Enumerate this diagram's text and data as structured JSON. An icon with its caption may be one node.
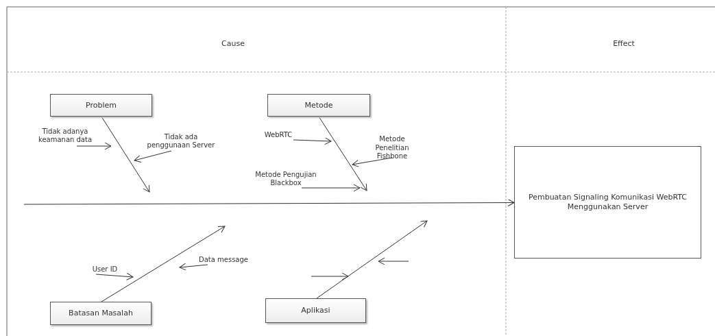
{
  "diagram": {
    "nodes": [
      {
        "text": [
          "Problem"
        ]
      },
      {
        "text": [
          "Tidak adanya keamanan data"
        ]
      },
      {
        "text": [
          "Tidak ada penggunaan Server"
        ]
      },
      {
        "text": [
          "Metode"
        ]
      },
      {
        "text": [
          "WebRTC"
        ]
      },
      {
        "text": [
          "Metode Pengujian Blackbox"
        ]
      },
      {
        "text": [
          "Metode Penelitian Fishbone"
        ]
      },
      {
        "text": [
          "Batasan Masalah"
        ]
      },
      {
        "text": [
          "User ID"
        ]
      },
      {
        "text": [
          "Data message"
        ]
      },
      {
        "text": [
          "Aplikasi"
        ]
      },
      {
        "text": [
          "Pembuatan Signaling Komunikasi WebRTC Menggunakan Server"
        ]
      }
    ],
    "edges": [
      {
        "from": 0,
        "to": null,
        "arrow": "to"
      },
      {
        "from": 1,
        "to": null,
        "arrow": "to"
      },
      {
        "from": 2,
        "to": null,
        "arrow": "to"
      },
      {
        "from": 3,
        "to": null,
        "arrow": "to"
      },
      {
        "from": 4,
        "to": null,
        "arrow": "to"
      },
      {
        "from": 5,
        "to": null,
        "arrow": "to"
      },
      {
        "from": 6,
        "to": null,
        "arrow": "to"
      },
      {
        "from": 7,
        "to": null,
        "arrow": "to"
      },
      {
        "from": 8,
        "to": null,
        "arrow": "to"
      },
      {
        "from": 9,
        "to": null,
        "arrow": "to"
      },
      {
        "from": 10,
        "to": null,
        "arrow": "to"
      },
      {
        "from": null,
        "to": 11,
        "arrow": "to"
      }
    ],
    "labels": [
      "Cause",
      "Effect"
    ]
  }
}
